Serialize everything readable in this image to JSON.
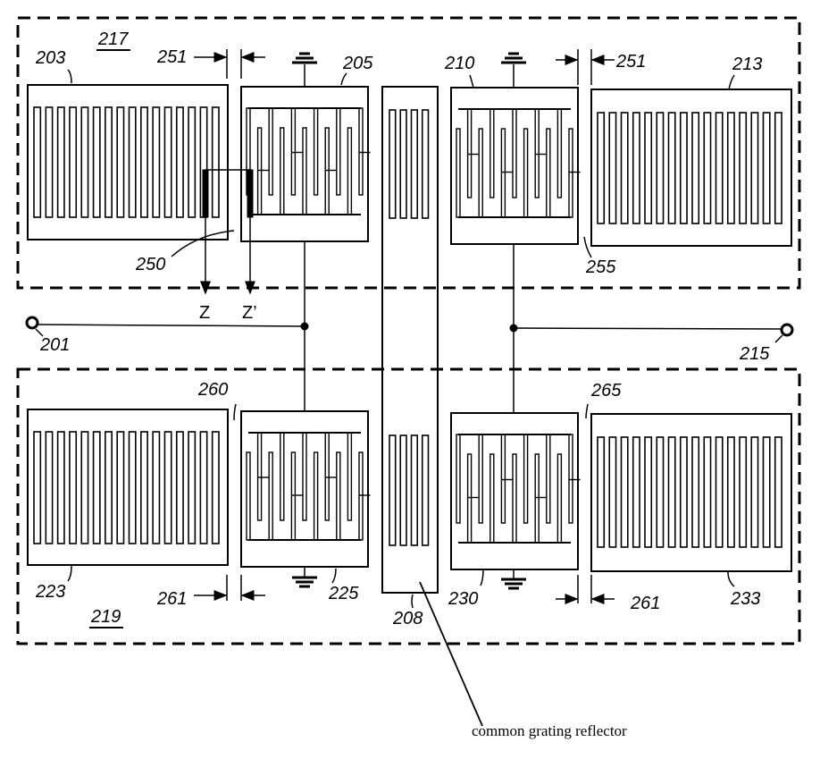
{
  "labels": {
    "block_top": "217",
    "block_bottom": "219",
    "reflector_203": "203",
    "idt_205": "205",
    "common_reflector_208": "208",
    "idt_210": "210",
    "reflector_213": "213",
    "reflector_223": "223",
    "idt_225": "225",
    "idt_230": "230",
    "reflector_233": "233",
    "port_201": "201",
    "port_215": "215",
    "gap_251_left": "251",
    "gap_251_right": "251",
    "gap_261_left": "261",
    "gap_261_right": "261",
    "ref_250": "250",
    "ref_255": "255",
    "ref_260": "260",
    "ref_265": "265",
    "z": "Z",
    "z_prime": "Z’",
    "annotation": "common grating reflector"
  },
  "colors": {
    "ink": "#000000",
    "background": "#ffffff"
  }
}
